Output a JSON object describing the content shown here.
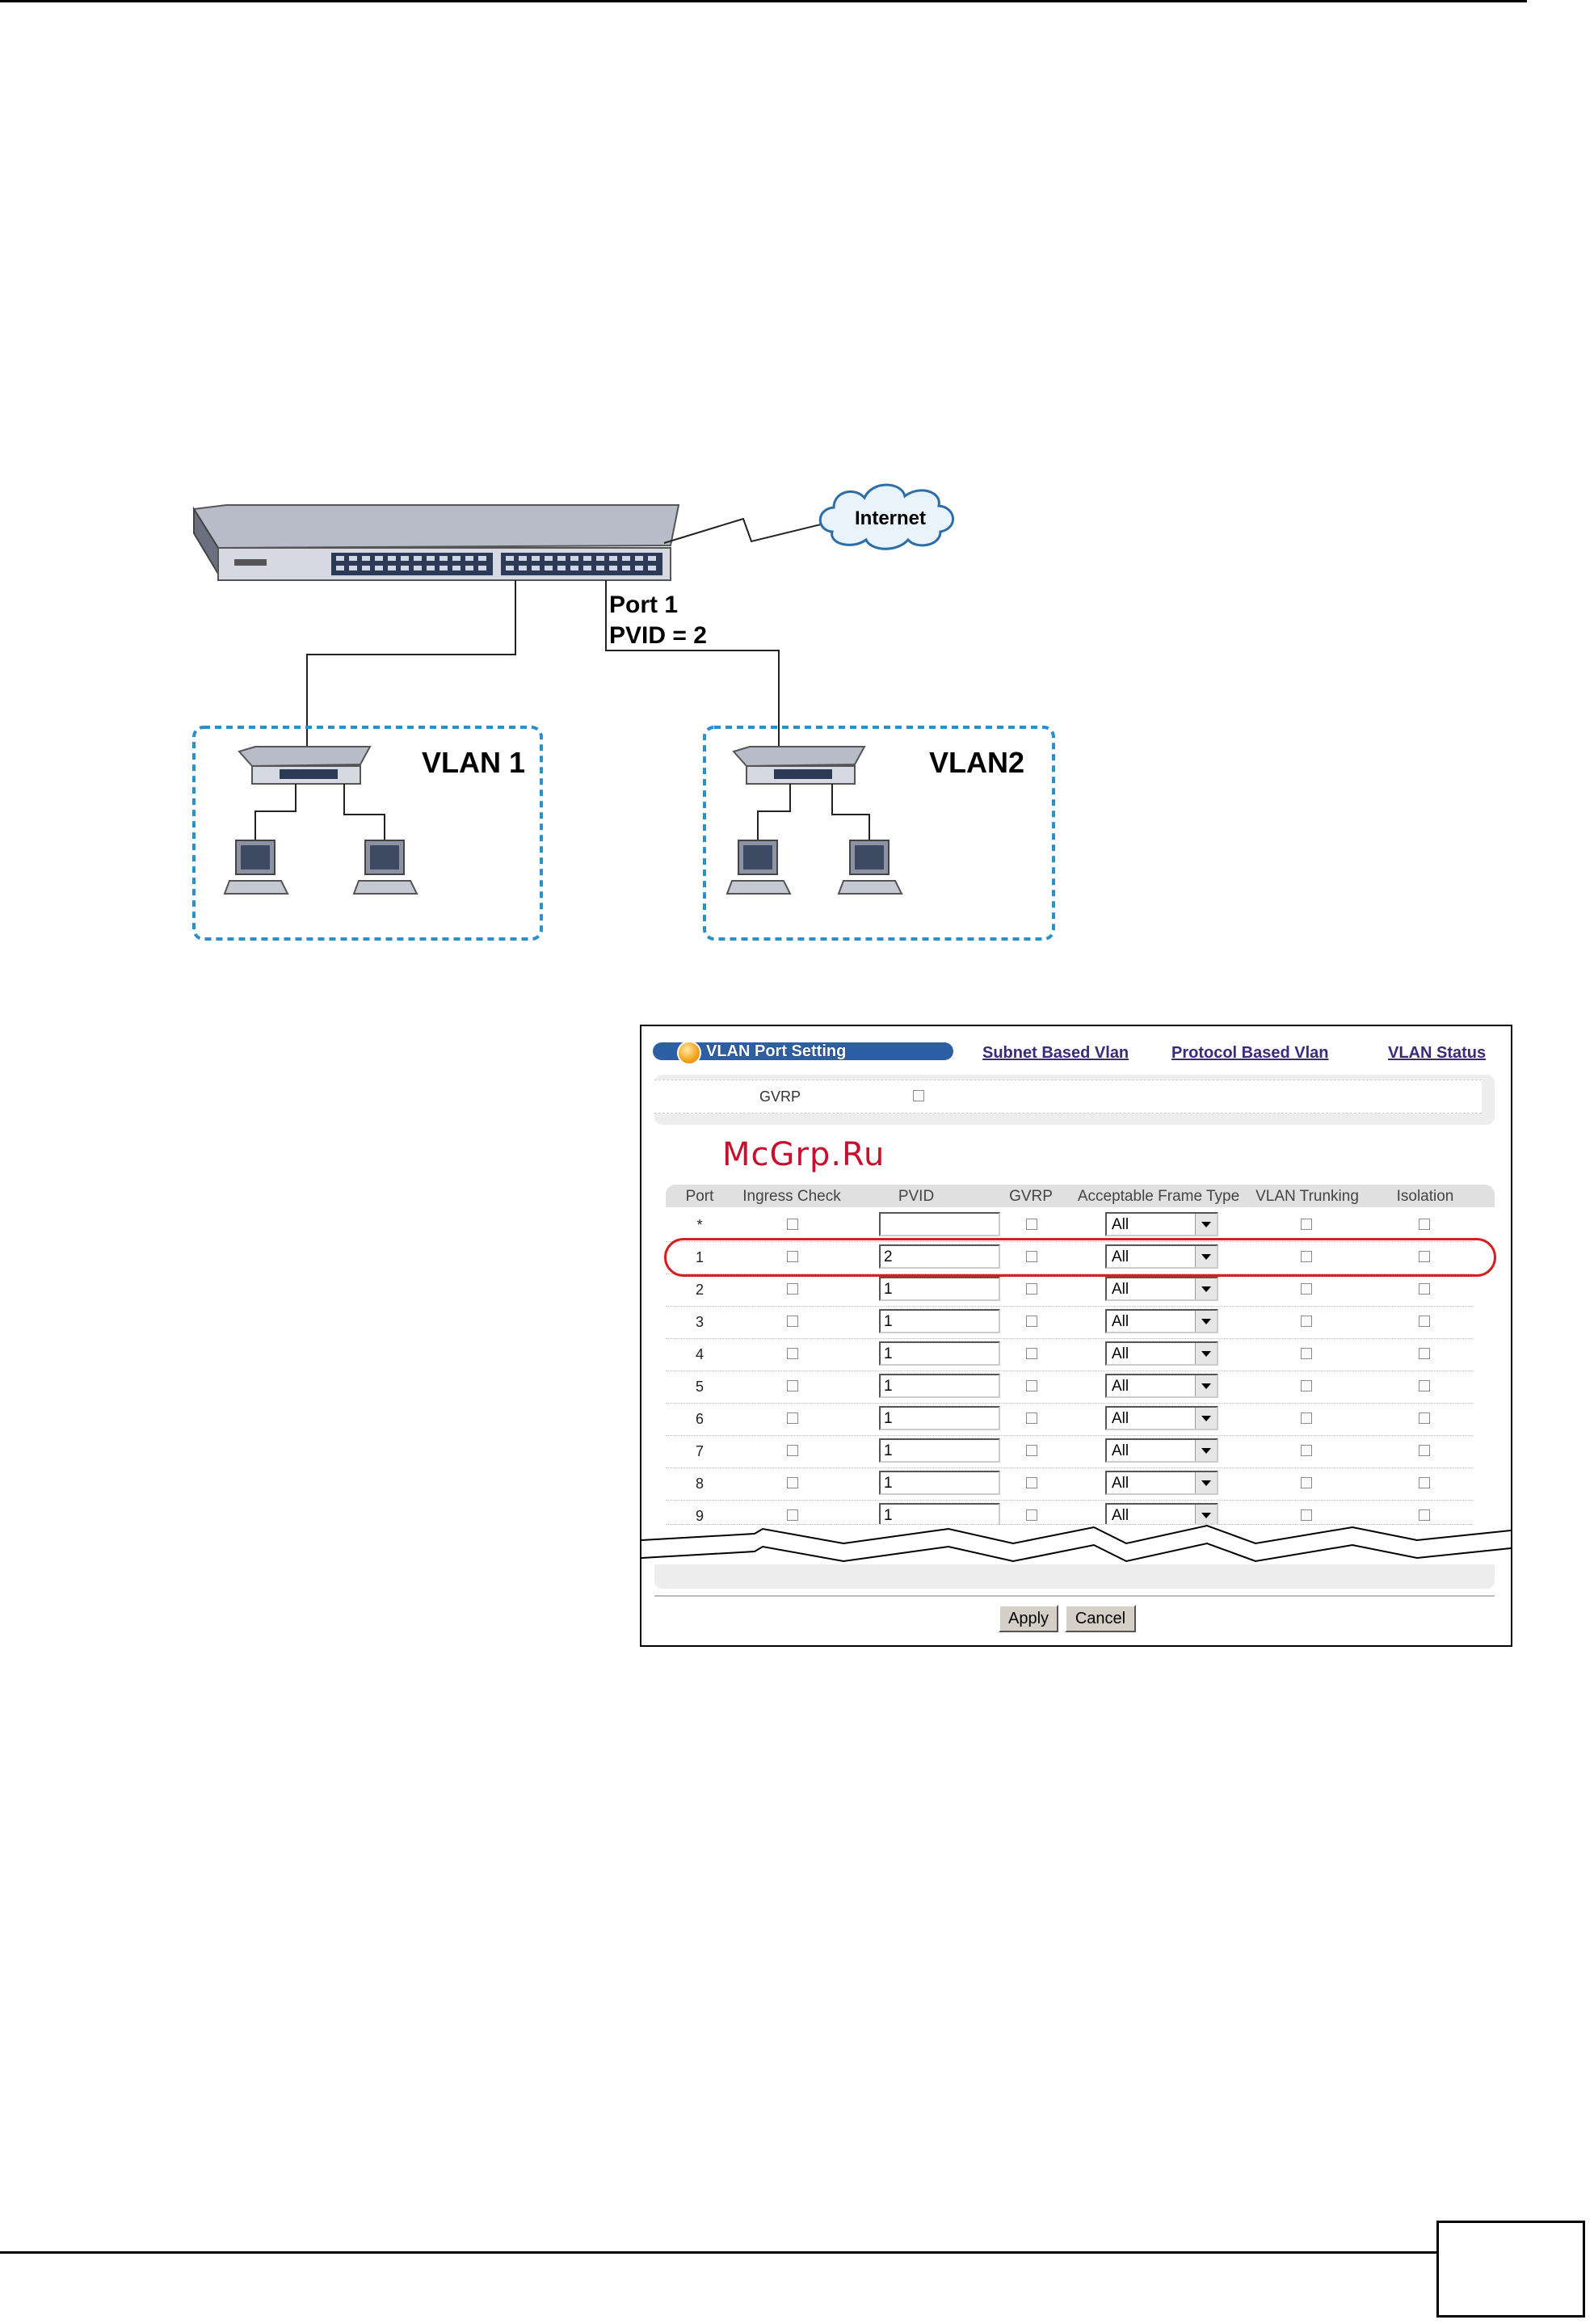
{
  "diagram": {
    "internet_label": "Internet",
    "port_label": "Port 1",
    "pvid_label": "PVID = 2",
    "vlan1_label": "VLAN 1",
    "vlan2_label": "VLAN2"
  },
  "ui": {
    "title": "VLAN Port Setting",
    "links": [
      "Subnet Based Vlan",
      "Protocol Based Vlan",
      "VLAN Status"
    ],
    "gvrp_label": "GVRP",
    "watermark": "McGrp.Ru",
    "columns": [
      "Port",
      "Ingress Check",
      "PVID",
      "GVRP",
      "Acceptable Frame Type",
      "VLAN Trunking",
      "Isolation"
    ],
    "rows": [
      {
        "port": "*",
        "pvid": "",
        "frame_type": "All"
      },
      {
        "port": "1",
        "pvid": "2",
        "frame_type": "All"
      },
      {
        "port": "2",
        "pvid": "1",
        "frame_type": "All"
      },
      {
        "port": "3",
        "pvid": "1",
        "frame_type": "All"
      },
      {
        "port": "4",
        "pvid": "1",
        "frame_type": "All"
      },
      {
        "port": "5",
        "pvid": "1",
        "frame_type": "All"
      },
      {
        "port": "6",
        "pvid": "1",
        "frame_type": "All"
      },
      {
        "port": "7",
        "pvid": "1",
        "frame_type": "All"
      },
      {
        "port": "8",
        "pvid": "1",
        "frame_type": "All"
      },
      {
        "port": "9",
        "pvid": "1",
        "frame_type": "All"
      }
    ],
    "apply_label": "Apply",
    "cancel_label": "Cancel"
  },
  "colors": {
    "title_bar": "#2c5fa4",
    "link": "#3a2a7a",
    "highlight": "#d81e1e",
    "vlan_border": "#2b8fc9",
    "watermark": "#c8102e"
  }
}
